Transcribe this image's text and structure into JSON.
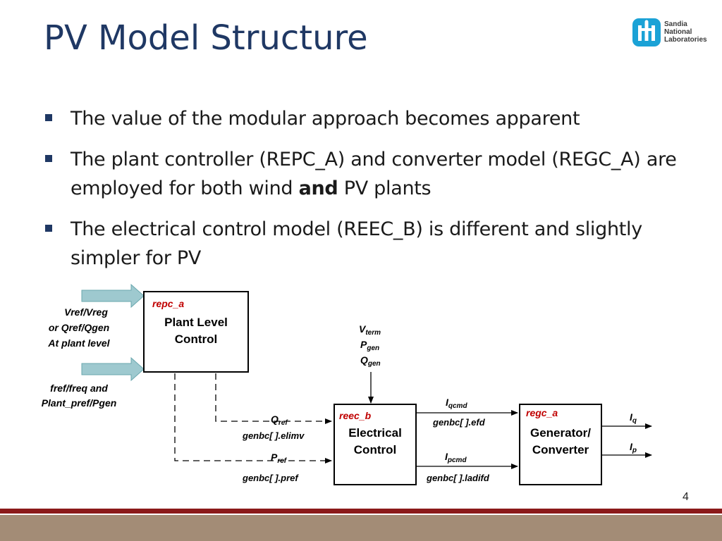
{
  "slide": {
    "title": "PV Model Structure",
    "page_number": "4"
  },
  "logo": {
    "line1": "Sandia",
    "line2": "National",
    "line3": "Laboratories"
  },
  "bullets": [
    {
      "text": "The value of the modular approach becomes apparent"
    },
    {
      "text_before": "The plant controller (REPC_A) and converter model (REGC_A) are employed for both wind ",
      "bold": "and",
      "text_after": " PV plants"
    },
    {
      "text": "The electrical control model (REEC_B) is different and slightly simpler for PV"
    }
  ],
  "diagram": {
    "plant_block": {
      "tag": "repc_a",
      "title_line1": "Plant Level",
      "title_line2": "Control"
    },
    "input1": {
      "line1": "Vref/Vreg",
      "line2": "or Qref/Qgen",
      "line3": "At plant level"
    },
    "input2": {
      "line1": "fref/freq  and",
      "line2": "Plant_pref/Pgen"
    },
    "meas": {
      "v": "V",
      "v_sub": "term",
      "p": "P",
      "p_sub": "gen",
      "q": "Q",
      "q_sub": "gen"
    },
    "qref": {
      "sym": "Q",
      "sub": "ref",
      "var": "genbc[ ].elimv"
    },
    "pref": {
      "sym": "P",
      "sub": "ref",
      "var": "genbc[ ].pref"
    },
    "elec_block": {
      "tag": "reec_b",
      "title_line1": "Electrical",
      "title_line2": "Control"
    },
    "iqcmd": {
      "sym": "I",
      "sub": "qcmd",
      "var": "genbc[ ].efd"
    },
    "ipcmd": {
      "sym": "I",
      "sub": "pcmd",
      "var": "genbc[ ].ladifd"
    },
    "gen_block": {
      "tag": "regc_a",
      "title_line1": "Generator/",
      "title_line2": "Converter"
    },
    "iq": {
      "sym": "I",
      "sub": "q"
    },
    "ip": {
      "sym": "I",
      "sub": "p"
    }
  },
  "colors": {
    "title": "#1f3864",
    "block_tag": "#c00000",
    "input_arrow": "#9ec9cf",
    "footer_line": "#8b1a1a",
    "footer_band": "#a38c76",
    "logo": "#1ba2d6"
  }
}
